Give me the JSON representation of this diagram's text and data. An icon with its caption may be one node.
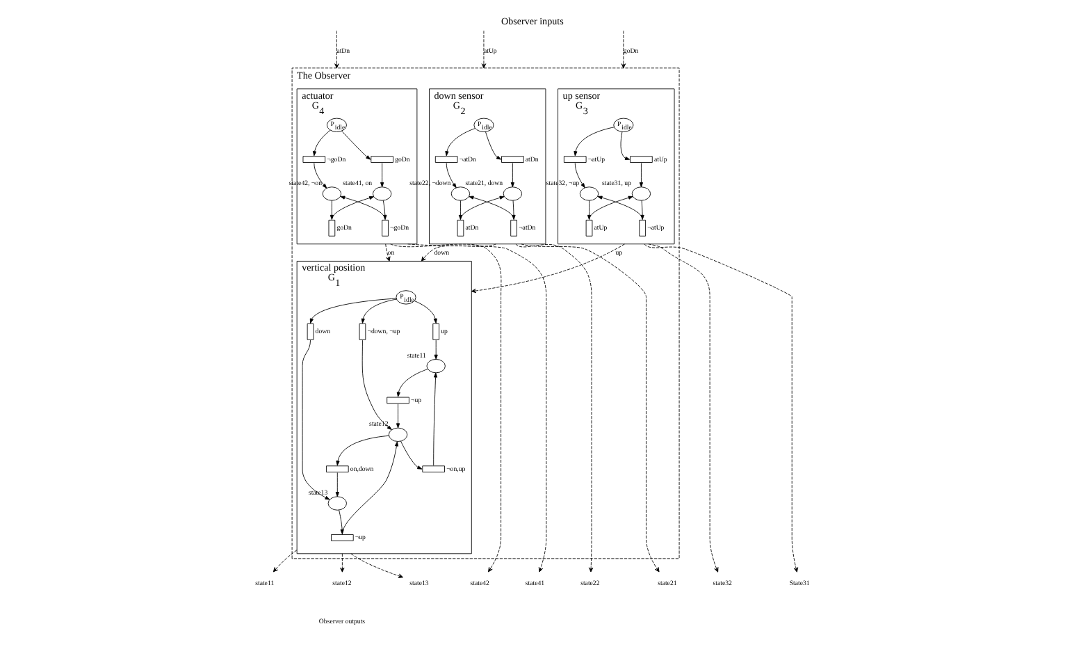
{
  "diagram": {
    "title": "Observer inputs",
    "nodes": [
      {
        "text": [
          "The Observer"
        ]
      },
      {
        "text": [
          "actuator",
          "G$_{4}$"
        ],
        "in": 0
      },
      {
        "text": [
          "P$_{idle}$"
        ],
        "in": 1
      },
      {
        "text": [],
        "shape": "bar",
        "beside": [
          "¬goDn"
        ],
        "in": 1
      },
      {
        "text": [],
        "shape": "bar",
        "beside": [
          "goDn"
        ],
        "in": 1
      },
      {
        "text": [],
        "shape": "circle",
        "beside": [
          "state42, ¬on"
        ],
        "in": 1
      },
      {
        "text": [],
        "shape": "bar",
        "beside": [
          "goDn"
        ],
        "in": 1
      },
      {
        "text": [],
        "shape": "circle",
        "beside": [
          "state41, on"
        ],
        "in": 1
      },
      {
        "text": [],
        "shape": "bar",
        "beside": [
          "¬goDn"
        ],
        "in": 1
      },
      {
        "text": [
          "vertical position",
          "G$_{1}$"
        ],
        "in": 0
      },
      {
        "text": [
          "P$_{idle}$"
        ],
        "in": 9
      },
      {
        "text": [],
        "shape": "bar",
        "beside": [
          "up"
        ],
        "in": 9
      },
      {
        "text": [],
        "shape": "bar",
        "beside": [
          "¬down, ¬up"
        ],
        "in": 9
      },
      {
        "text": [],
        "shape": "bar",
        "beside": [
          "down"
        ],
        "in": 9
      },
      {
        "text": [],
        "shape": "circle",
        "beside": [
          "state11"
        ],
        "in": 9
      },
      {
        "text": [],
        "shape": "circle",
        "beside": [
          "state12"
        ],
        "in": 9
      },
      {
        "text": [],
        "shape": "circle",
        "beside": [
          "state13"
        ],
        "in": 9
      },
      {
        "text": [],
        "shape": "bar",
        "beside": [
          "¬up"
        ],
        "in": 9
      },
      {
        "text": [],
        "shape": "bar",
        "beside": [
          "¬on,up"
        ],
        "in": 9
      },
      {
        "text": [],
        "shape": "bar",
        "beside": [
          "on,down"
        ],
        "in": 9
      },
      {
        "text": [],
        "shape": "bar",
        "beside": [
          "¬up"
        ],
        "in": 9
      },
      {
        "text": [
          "down sensor",
          "G$_{2}$"
        ],
        "in": 0
      },
      {
        "text": [
          "P$_{idle}$"
        ],
        "in": 21
      },
      {
        "text": [],
        "shape": "bar",
        "beside": [
          "¬atDn"
        ],
        "in": 21
      },
      {
        "text": [],
        "shape": "bar",
        "beside": [
          "atDn"
        ],
        "in": 21
      },
      {
        "text": [],
        "shape": "circle",
        "beside": [
          "state22, ¬down"
        ],
        "in": 21
      },
      {
        "text": [],
        "shape": "bar",
        "beside": [
          "atDn"
        ],
        "in": 21
      },
      {
        "text": [],
        "shape": "circle",
        "beside": [
          "state21, down"
        ],
        "in": 21
      },
      {
        "text": [],
        "shape": "bar",
        "beside": [
          "¬atDn"
        ],
        "in": 21
      },
      {
        "text": [
          "up sensor",
          "G$_{3}$"
        ],
        "in": 0
      },
      {
        "text": [
          "P$_{idle}$"
        ],
        "in": 29
      },
      {
        "text": [],
        "shape": "bar",
        "beside": [
          "¬atUp"
        ],
        "in": 29
      },
      {
        "text": [],
        "shape": "bar",
        "beside": [
          "atUp"
        ],
        "in": 29
      },
      {
        "text": [],
        "shape": "circle",
        "beside": [
          "state32, ¬up"
        ],
        "in": 29
      },
      {
        "text": [],
        "shape": "bar",
        "beside": [
          "atUp"
        ],
        "in": 29
      },
      {
        "text": [],
        "shape": "circle",
        "beside": [
          "state31, up"
        ],
        "in": 29
      },
      {
        "text": [],
        "shape": "bar",
        "beside": [
          "¬atUp"
        ],
        "in": 29
      },
      {
        "text": [
          "state22"
        ]
      },
      {
        "text": [
          "state21"
        ]
      },
      {
        "text": [
          "state42"
        ]
      },
      {
        "text": [
          "state11"
        ]
      },
      {
        "text": [
          "state12"
        ]
      },
      {
        "text": [
          "state13"
        ]
      },
      {
        "text": [
          "state41"
        ]
      },
      {
        "text": [
          "state32"
        ]
      },
      {
        "text": [
          "State31"
        ]
      }
    ],
    "edges": [
      {
        "from": null,
        "to": 0,
        "arrow": "to",
        "label": "atDn",
        "style": "dashed"
      },
      {
        "from": null,
        "to": 0,
        "arrow": "to",
        "label": "atUp",
        "style": "dashed"
      },
      {
        "from": null,
        "to": 0,
        "arrow": "to",
        "label": "goDn",
        "style": "dashed"
      },
      {
        "from": 2,
        "to": 3,
        "arrow": "to"
      },
      {
        "from": 2,
        "to": 4,
        "arrow": "to"
      },
      {
        "from": 3,
        "to": 5,
        "arrow": "to"
      },
      {
        "from": 4,
        "to": 7,
        "arrow": "to"
      },
      {
        "from": 5,
        "to": 6,
        "arrow": "to"
      },
      {
        "from": 6,
        "to": 7,
        "arrow": "to"
      },
      {
        "from": 7,
        "to": 8,
        "arrow": "to"
      },
      {
        "from": 8,
        "to": 5,
        "arrow": "to"
      },
      {
        "from": 1,
        "to": 9,
        "arrow": "to",
        "label": "on",
        "style": "dashed"
      },
      {
        "from": 21,
        "to": 9,
        "arrow": "to",
        "label": "down",
        "style": "dashed"
      },
      {
        "from": 29,
        "to": 9,
        "arrow": "to",
        "label": "up",
        "style": "dashed"
      },
      {
        "from": 10,
        "to": 11,
        "arrow": "to"
      },
      {
        "from": 10,
        "to": 12,
        "arrow": "to"
      },
      {
        "from": 10,
        "to": 13,
        "arrow": "to"
      },
      {
        "from": 11,
        "to": 14,
        "arrow": "to"
      },
      {
        "from": 12,
        "to": 15,
        "arrow": "to"
      },
      {
        "from": 13,
        "to": 16,
        "arrow": "to"
      },
      {
        "from": 14,
        "to": 17,
        "arrow": "to"
      },
      {
        "from": 17,
        "to": 15,
        "arrow": "to"
      },
      {
        "from": 15,
        "to": 18,
        "arrow": "to"
      },
      {
        "from": 18,
        "to": 14,
        "arrow": "to"
      },
      {
        "from": 15,
        "to": 19,
        "arrow": "to"
      },
      {
        "from": 19,
        "to": 16,
        "arrow": "to"
      },
      {
        "from": 16,
        "to": 20,
        "arrow": "to"
      },
      {
        "from": 20,
        "to": 15,
        "arrow": "to"
      },
      {
        "from": 22,
        "to": 23,
        "arrow": "to"
      },
      {
        "from": 22,
        "to": 24,
        "arrow": "to"
      },
      {
        "from": 23,
        "to": 25,
        "arrow": "to"
      },
      {
        "from": 24,
        "to": 27,
        "arrow": "to"
      },
      {
        "from": 25,
        "to": 26,
        "arrow": "to"
      },
      {
        "from": 26,
        "to": 27,
        "arrow": "to"
      },
      {
        "from": 27,
        "to": 28,
        "arrow": "to"
      },
      {
        "from": 28,
        "to": 25,
        "arrow": "to"
      },
      {
        "from": 30,
        "to": 31,
        "arrow": "to"
      },
      {
        "from": 30,
        "to": 32,
        "arrow": "to"
      },
      {
        "from": 31,
        "to": 33,
        "arrow": "to"
      },
      {
        "from": 32,
        "to": 35,
        "arrow": "to"
      },
      {
        "from": 33,
        "to": 34,
        "arrow": "to"
      },
      {
        "from": 34,
        "to": 35,
        "arrow": "to"
      },
      {
        "from": 35,
        "to": 36,
        "arrow": "to"
      },
      {
        "from": 36,
        "to": 33,
        "arrow": "to"
      },
      {
        "from": 21,
        "to": 37,
        "arrow": "to",
        "style": "dashed"
      },
      {
        "from": 21,
        "to": 38,
        "arrow": "to",
        "style": "dashed"
      },
      {
        "from": 1,
        "to": 39,
        "arrow": "to",
        "style": "dashed"
      },
      {
        "from": 9,
        "to": 40,
        "arrow": "to",
        "style": "dashed"
      },
      {
        "from": 9,
        "to": 41,
        "arrow": "to",
        "style": "dashed"
      },
      {
        "from": 9,
        "to": 42,
        "arrow": "to",
        "style": "dashed"
      },
      {
        "from": 1,
        "to": 43,
        "arrow": "to",
        "style": "dashed"
      },
      {
        "from": 29,
        "to": 44,
        "arrow": "to",
        "style": "dashed"
      },
      {
        "from": 29,
        "to": 45,
        "arrow": "to",
        "style": "dashed"
      }
    ],
    "labels": [
      "Observer outputs"
    ]
  }
}
